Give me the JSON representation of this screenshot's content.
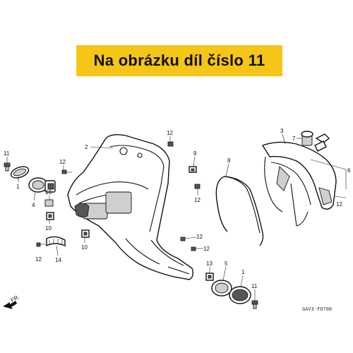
{
  "banner": {
    "text": "Na obrázku díl číslo 11",
    "color": "#f5c518"
  },
  "diagram": {
    "callouts": [
      "1",
      "2",
      "3",
      "4",
      "5",
      "6",
      "7",
      "8",
      "9",
      "10",
      "11",
      "12",
      "13",
      "14"
    ],
    "labels": {
      "l11a": "11",
      "l1a": "1",
      "l4": "4",
      "l13a": "13",
      "l10a": "10",
      "l12a": "12",
      "l14": "14",
      "l12b": "12",
      "l2": "2",
      "l12c": "12",
      "l9": "9",
      "l12d": "12",
      "l10b": "10",
      "l12e": "12",
      "l12f": "12",
      "l13b": "13",
      "l5": "5",
      "l1b": "1",
      "l11b": "11",
      "l8": "8",
      "l3": "3",
      "l7": "7",
      "l6": "6",
      "l12g": "12"
    },
    "front_marker": "FR.",
    "drawing_code": "GAV3-F0700"
  }
}
